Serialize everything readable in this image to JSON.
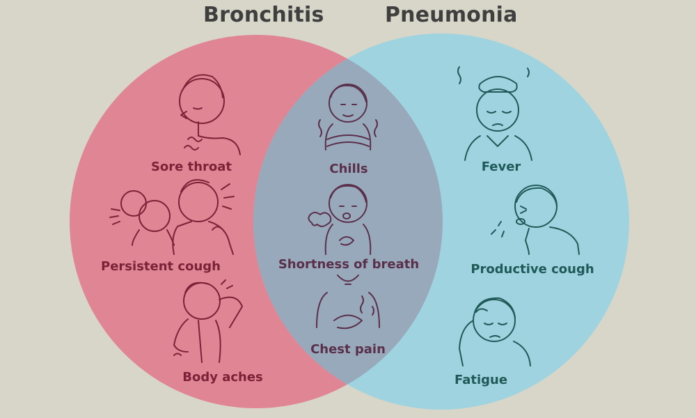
{
  "headings": {
    "left": "Bronchitis",
    "right": "Pneumonia"
  },
  "colors": {
    "background": "#d8d6c8",
    "bronchitis_circle": "#e08593",
    "pneumonia_circle": "#9fd3df",
    "overlap": "#97a9bb",
    "bronchitis_text": "#7a2338",
    "overlap_text": "#5a2f4a",
    "pneumonia_text": "#1f5a58"
  },
  "sets": {
    "bronchitis_only": [
      "Sore throat",
      "Persistent cough",
      "Body aches"
    ],
    "both": [
      "Chills",
      "Shortness of breath",
      "Chest pain"
    ],
    "pneumonia_only": [
      "Fever",
      "Productive cough",
      "Fatigue"
    ]
  },
  "icons": {
    "sore_throat": "person-sore-throat-icon",
    "persistent_cough": "person-coughing-icon",
    "body_aches": "person-body-aches-icon",
    "chills": "person-shivering-icon",
    "shortness_of_breath": "person-short-breath-icon",
    "chest_pain": "person-chest-pain-icon",
    "fever": "person-fever-icon",
    "productive_cough": "person-productive-cough-icon",
    "fatigue": "person-fatigue-icon"
  }
}
